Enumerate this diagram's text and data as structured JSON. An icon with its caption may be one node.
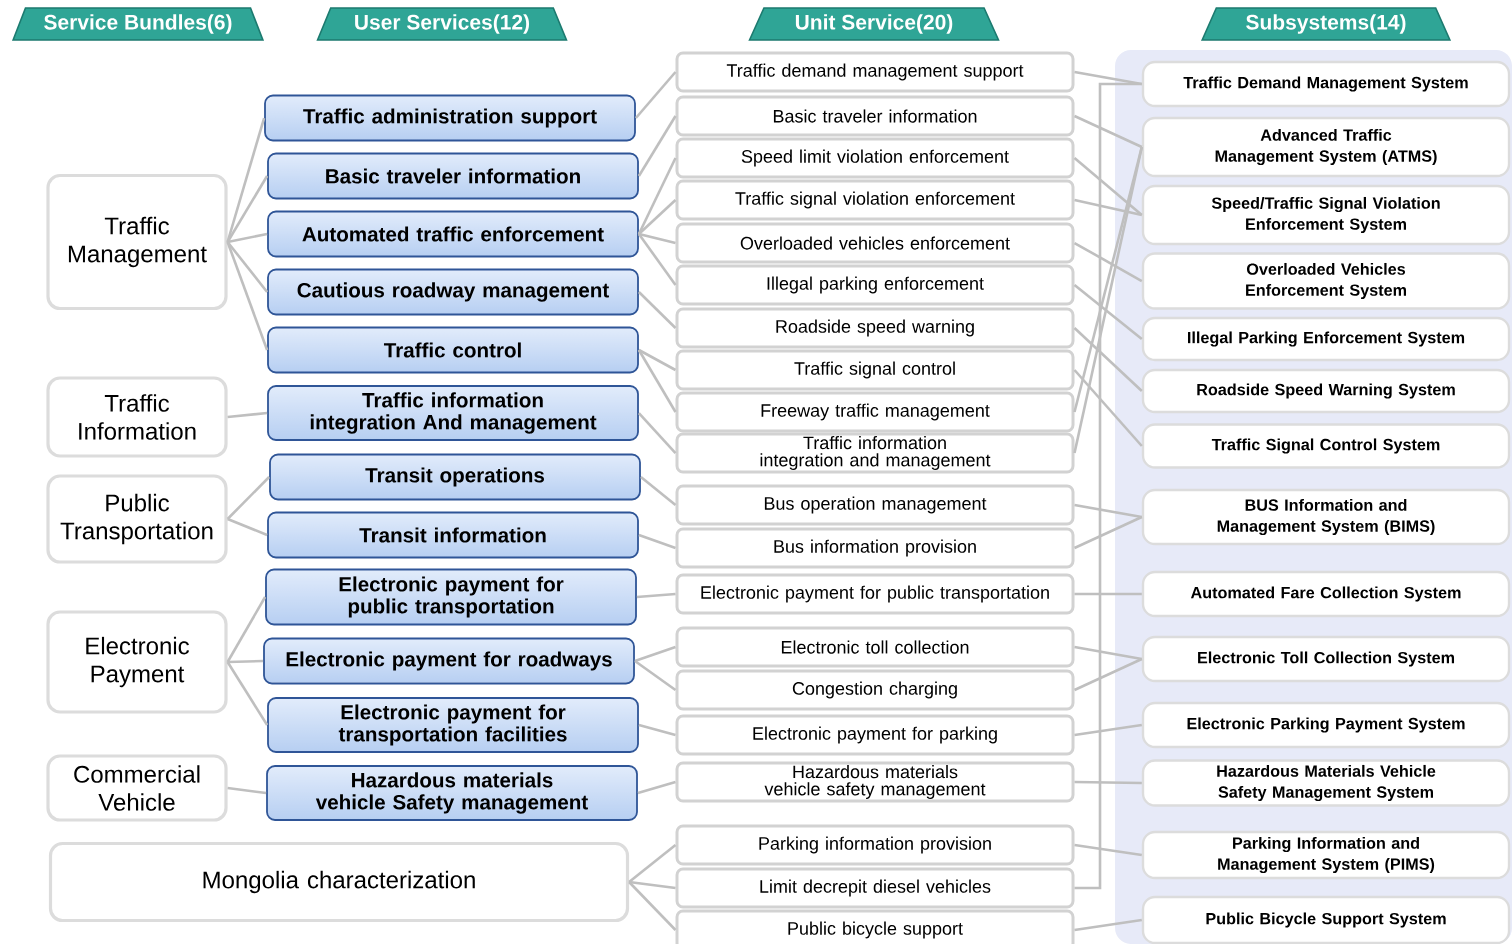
{
  "diagram": {
    "nodes": [
      {
        "text": [
          "Service Bundles(6)"
        ]
      },
      {
        "text": [
          "User Services(12)"
        ]
      },
      {
        "text": [
          "Unit Service(20)"
        ]
      },
      {
        "text": [
          "Subsystems(14)"
        ]
      },
      {
        "text": [
          "Traffic Management"
        ]
      },
      {
        "text": [
          "Traffic Information"
        ]
      },
      {
        "text": [
          "Public Transportation"
        ]
      },
      {
        "text": [
          "Electronic Payment"
        ]
      },
      {
        "text": [
          "Commercial Vehicle"
        ]
      },
      {
        "text": [
          "Mongolia characterization"
        ]
      },
      {
        "text": [
          "Traffic administration support"
        ]
      },
      {
        "text": [
          "Basic traveler information"
        ]
      },
      {
        "text": [
          "Automated traffic enforcement"
        ]
      },
      {
        "text": [
          "Cautious roadway management"
        ]
      },
      {
        "text": [
          "Traffic control"
        ]
      },
      {
        "text": [
          "Traffic information integration And management"
        ]
      },
      {
        "text": [
          "Transit operations"
        ]
      },
      {
        "text": [
          "Transit information"
        ]
      },
      {
        "text": [
          "Electronic payment for public transportation"
        ]
      },
      {
        "text": [
          "Electronic payment for roadways"
        ]
      },
      {
        "text": [
          "Electronic payment for transportation facilities"
        ]
      },
      {
        "text": [
          "Hazardous materials vehicle Safety management"
        ]
      },
      {
        "text": [
          "Traffic demand management support"
        ]
      },
      {
        "text": [
          "Basic traveler information"
        ]
      },
      {
        "text": [
          "Speed limit violation enforcement"
        ]
      },
      {
        "text": [
          "Traffic signal violation enforcement"
        ]
      },
      {
        "text": [
          "Overloaded vehicles enforcement"
        ]
      },
      {
        "text": [
          "Illegal parking enforcement"
        ]
      },
      {
        "text": [
          "Roadside speed warning"
        ]
      },
      {
        "text": [
          "Traffic signal control"
        ]
      },
      {
        "text": [
          "Freeway traffic management"
        ]
      },
      {
        "text": [
          "Traffic information integration and management"
        ]
      },
      {
        "text": [
          "Bus operation management"
        ]
      },
      {
        "text": [
          "Bus information provision"
        ]
      },
      {
        "text": [
          "Electronic payment for public transportation"
        ]
      },
      {
        "text": [
          "Electronic toll collection"
        ]
      },
      {
        "text": [
          "Congestion charging"
        ]
      },
      {
        "text": [
          "Electronic payment for parking"
        ]
      },
      {
        "text": [
          "Hazardous materials vehicle safety management"
        ]
      },
      {
        "text": [
          "Parking information provision"
        ]
      },
      {
        "text": [
          "Limit decrepit diesel vehicles"
        ]
      },
      {
        "text": [
          "Public bicycle support"
        ]
      },
      {
        "text": [
          "Traffic Demand Management System"
        ]
      },
      {
        "text": [
          "Advanced Traffic Management System (ATMS)"
        ]
      },
      {
        "text": [
          "Speed/Traffic Signal Violation Enforcement System"
        ]
      },
      {
        "text": [
          "Overloaded Vehicles Enforcement System"
        ]
      },
      {
        "text": [
          "Illegal Parking Enforcement System"
        ]
      },
      {
        "text": [
          "Roadside Speed Warning System"
        ]
      },
      {
        "text": [
          "Traffic Signal Control System"
        ]
      },
      {
        "text": [
          "BUS Information and Management System (BIMS)"
        ]
      },
      {
        "text": [
          "Automated Fare Collection System"
        ]
      },
      {
        "text": [
          "Electronic Toll Collection System"
        ]
      },
      {
        "text": [
          "Electronic Parking Payment System"
        ]
      },
      {
        "text": [
          "Hazardous Materials Vehicle Safety Management System"
        ]
      },
      {
        "text": [
          "Parking Information and Management System (PIMS)"
        ]
      },
      {
        "text": [
          "Public Bicycle Support System"
        ]
      }
    ],
    "edges": [
      {
        "from": 4,
        "to": 10,
        "arrow": "none"
      },
      {
        "from": 4,
        "to": 11,
        "arrow": "none"
      },
      {
        "from": 4,
        "to": 12,
        "arrow": "none"
      },
      {
        "from": 4,
        "to": 13,
        "arrow": "none"
      },
      {
        "from": 4,
        "to": 14,
        "arrow": "none"
      },
      {
        "from": 5,
        "to": 15,
        "arrow": "none"
      },
      {
        "from": 6,
        "to": 16,
        "arrow": "none"
      },
      {
        "from": 6,
        "to": 17,
        "arrow": "none"
      },
      {
        "from": 7,
        "to": 18,
        "arrow": "none"
      },
      {
        "from": 7,
        "to": 19,
        "arrow": "none"
      },
      {
        "from": 7,
        "to": 20,
        "arrow": "none"
      },
      {
        "from": 8,
        "to": 21,
        "arrow": "none"
      },
      {
        "from": 10,
        "to": 22,
        "arrow": "none"
      },
      {
        "from": 11,
        "to": 23,
        "arrow": "none"
      },
      {
        "from": 12,
        "to": 24,
        "arrow": "none"
      },
      {
        "from": 12,
        "to": 25,
        "arrow": "none"
      },
      {
        "from": 12,
        "to": 26,
        "arrow": "none"
      },
      {
        "from": 12,
        "to": 27,
        "arrow": "none"
      },
      {
        "from": 13,
        "to": 28,
        "arrow": "none"
      },
      {
        "from": 14,
        "to": 29,
        "arrow": "none"
      },
      {
        "from": 14,
        "to": 30,
        "arrow": "none"
      },
      {
        "from": 15,
        "to": 31,
        "arrow": "none"
      },
      {
        "from": 16,
        "to": 32,
        "arrow": "none"
      },
      {
        "from": 17,
        "to": 33,
        "arrow": "none"
      },
      {
        "from": 18,
        "to": 34,
        "arrow": "none"
      },
      {
        "from": 19,
        "to": 35,
        "arrow": "none"
      },
      {
        "from": 19,
        "to": 36,
        "arrow": "none"
      },
      {
        "from": 20,
        "to": 37,
        "arrow": "none"
      },
      {
        "from": 21,
        "to": 38,
        "arrow": "none"
      },
      {
        "from": 9,
        "to": 39,
        "arrow": "none"
      },
      {
        "from": 9,
        "to": 40,
        "arrow": "none"
      },
      {
        "from": 9,
        "to": 41,
        "arrow": "none"
      },
      {
        "from": 22,
        "to": 42,
        "arrow": "none"
      },
      {
        "from": 23,
        "to": 43,
        "arrow": "none"
      },
      {
        "from": 24,
        "to": 44,
        "arrow": "none"
      },
      {
        "from": 25,
        "to": 44,
        "arrow": "none"
      },
      {
        "from": 26,
        "to": 45,
        "arrow": "none"
      },
      {
        "from": 27,
        "to": 46,
        "arrow": "none"
      },
      {
        "from": 28,
        "to": 47,
        "arrow": "none"
      },
      {
        "from": 29,
        "to": 48,
        "arrow": "none"
      },
      {
        "from": 30,
        "to": 43,
        "arrow": "none"
      },
      {
        "from": 31,
        "to": 43,
        "arrow": "none"
      },
      {
        "from": 32,
        "to": 49,
        "arrow": "none"
      },
      {
        "from": 33,
        "to": 49,
        "arrow": "none"
      },
      {
        "from": 34,
        "to": 50,
        "arrow": "none"
      },
      {
        "from": 35,
        "to": 51,
        "arrow": "none"
      },
      {
        "from": 36,
        "to": 51,
        "arrow": "none"
      },
      {
        "from": 37,
        "to": 52,
        "arrow": "none"
      },
      {
        "from": 38,
        "to": 53,
        "arrow": "none"
      },
      {
        "from": 39,
        "to": 54,
        "arrow": "none"
      },
      {
        "from": 40,
        "to": 42,
        "arrow": "none"
      },
      {
        "from": 41,
        "to": 55,
        "arrow": "none"
      }
    ]
  }
}
